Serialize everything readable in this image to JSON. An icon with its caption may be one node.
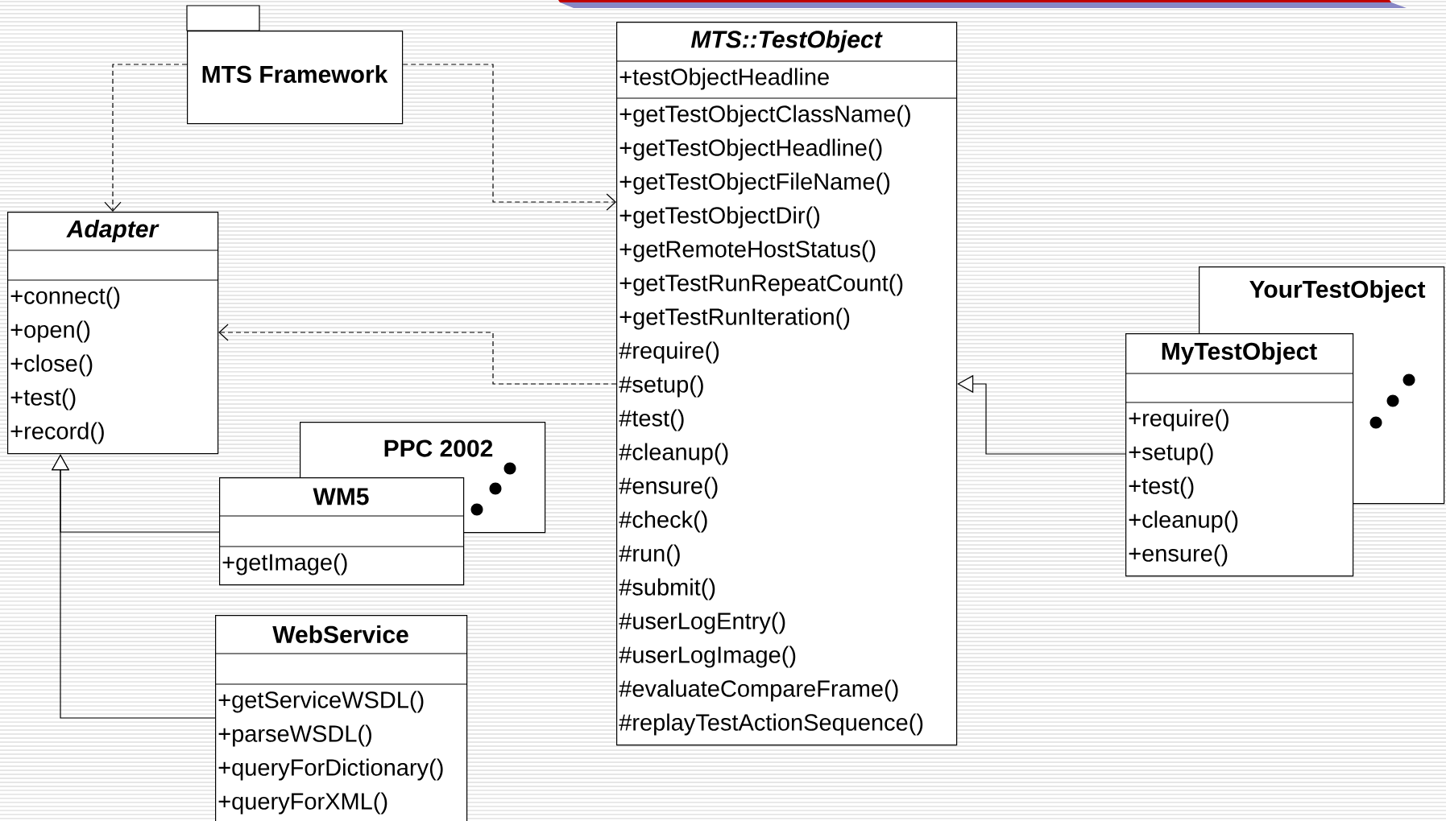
{
  "diagram": {
    "nodes": [
      {
        "text": [
          "MTS Framework"
        ]
      },
      {
        "text": [
          "MTS::TestObject",
          "+testObjectHeadline",
          "+getTestObjectClassName()",
          "+getTestObjectHeadline()",
          "+getTestObjectFileName()",
          "+getTestObjectDir()",
          "+getRemoteHostStatus()",
          "+getTestRunRepeatCount()",
          "+getTestRunIteration()",
          "#require()",
          "#setup()",
          "#test()",
          "#cleanup()",
          "#ensure()",
          "#check()",
          "#run()",
          "#submit()",
          "#userLogEntry()",
          "#userLogImage()",
          "#evaluateCompareFrame()",
          "#replayTestActionSequence()"
        ]
      },
      {
        "text": [
          "Adapter",
          "+connect()",
          "+open()",
          "+close()",
          "+test()",
          "+record()"
        ]
      },
      {
        "text": [
          "PPC 2002"
        ]
      },
      {
        "text": [
          "WM5",
          "+getImage()"
        ]
      },
      {
        "text": [
          "WebService",
          "+getServiceWSDL()",
          "+parseWSDL()",
          "+queryForDictionary()",
          "+queryForXML()"
        ]
      },
      {
        "text": [
          "YourTestObject"
        ]
      },
      {
        "text": [
          "MyTestObject",
          "+require()",
          "+setup()",
          "+test()",
          "+cleanup()",
          "+ensure()"
        ]
      }
    ],
    "edges": [
      {
        "from": 0,
        "to": 2,
        "arrow": "to",
        "style": "dashed"
      },
      {
        "from": 0,
        "to": 1,
        "arrow": "to",
        "style": "dashed"
      },
      {
        "from": 1,
        "to": 2,
        "arrow": "to",
        "style": "dashed"
      },
      {
        "from": 4,
        "to": 2,
        "arrow": "to"
      },
      {
        "from": 5,
        "to": 2,
        "arrow": "to"
      },
      {
        "from": 7,
        "to": 1,
        "arrow": "to"
      }
    ]
  }
}
